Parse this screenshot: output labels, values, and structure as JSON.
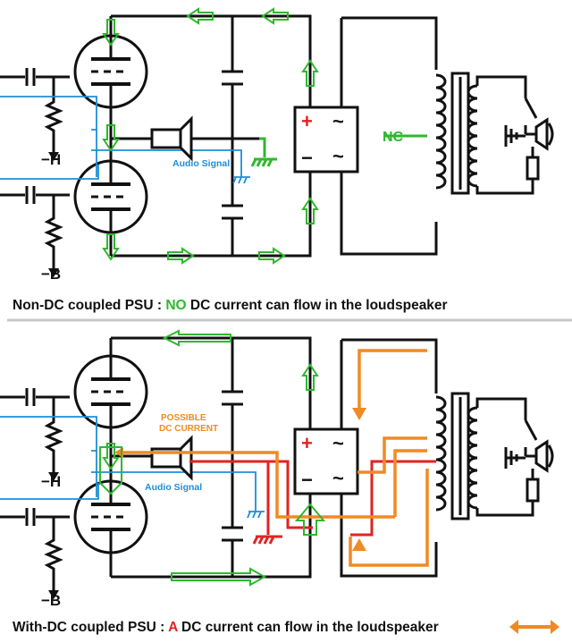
{
  "colors": {
    "wire": "#111111",
    "green_arrow": "#2eb82e",
    "audio_signal": "#1e8ed6",
    "dc_current": "#f08a24",
    "red_wire": "#e32222",
    "separator": "#c8c8c8"
  },
  "top_panel": {
    "caption_prefix": "Non-DC coupled PSU : ",
    "caption_highlight": "NO",
    "caption_suffix": " DC current can flow in the loudspeaker",
    "audio_signal_label": "Audio Signal",
    "transformer_center_label": "NC",
    "heater_label": "−H",
    "bias_label": "−B",
    "psu_plus": "+",
    "psu_minus": "−",
    "psu_ac": "~"
  },
  "bottom_panel": {
    "caption_prefix": "With-DC coupled PSU : ",
    "caption_highlight": "A",
    "caption_suffix": " DC current can flow in the loudspeaker",
    "audio_signal_label": "Audio Signal",
    "possible_dc_label_line1": "POSSIBLE",
    "possible_dc_label_line2": "DC CURRENT",
    "heater_label": "−H",
    "bias_label": "−B",
    "psu_plus": "+",
    "psu_minus": "−",
    "psu_ac": "~"
  },
  "icons": [
    "tube-icon",
    "loudspeaker-icon",
    "capacitor-icon",
    "resistor-icon",
    "ground-icon",
    "transformer-icon",
    "switch-icon",
    "fuse-icon",
    "current-arrow-icon"
  ]
}
